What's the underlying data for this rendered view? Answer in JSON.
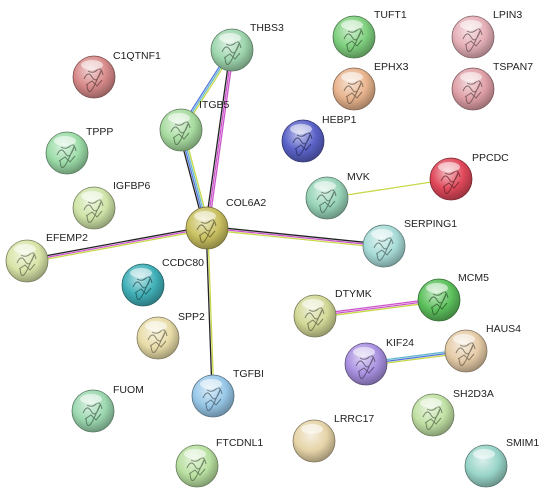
{
  "network": {
    "colors": {
      "edge_black": "#222222",
      "edge_magenta": "#cc55cc",
      "edge_yellow": "#c8d84a",
      "edge_blue": "#5577dd",
      "edge_cyan": "#66bbcc",
      "edge_green": "#55aa55"
    },
    "nodes": [
      {
        "id": "THBS3",
        "label": "THBS3",
        "color": "#9ed6ae",
        "has_structure": true
      },
      {
        "id": "TUFT1",
        "label": "TUFT1",
        "color": "#7fd07f",
        "has_structure": true
      },
      {
        "id": "LPIN3",
        "label": "LPIN3",
        "color": "#e6b0b8",
        "has_structure": true
      },
      {
        "id": "C1QTNF1",
        "label": "C1QTNF1",
        "color": "#d88a8a",
        "has_structure": true
      },
      {
        "id": "EPHX3",
        "label": "EPHX3",
        "color": "#e8b48e",
        "has_structure": true
      },
      {
        "id": "TSPAN7",
        "label": "TSPAN7",
        "color": "#e0a0a8",
        "has_structure": true
      },
      {
        "id": "ITGB5",
        "label": "ITGB5",
        "color": "#a8dca0",
        "has_structure": true
      },
      {
        "id": "HEBP1",
        "label": "HEBP1",
        "color": "#5a62c8",
        "has_structure": true
      },
      {
        "id": "TPPP",
        "label": "TPPP",
        "color": "#9cdca8",
        "has_structure": true
      },
      {
        "id": "PPCDC",
        "label": "PPCDC",
        "color": "#e0485a",
        "has_structure": true
      },
      {
        "id": "MVK",
        "label": "MVK",
        "color": "#98d4b8",
        "has_structure": true
      },
      {
        "id": "IGFBP6",
        "label": "IGFBP6",
        "color": "#cfe4a8",
        "has_structure": true
      },
      {
        "id": "COL6A2",
        "label": "COL6A2",
        "color": "#c9c060",
        "has_structure": true
      },
      {
        "id": "SERPING1",
        "label": "SERPING1",
        "color": "#a8dcd8",
        "has_structure": true
      },
      {
        "id": "EFEMP2",
        "label": "EFEMP2",
        "color": "#d8e4a8",
        "has_structure": true
      },
      {
        "id": "CCDC80",
        "label": "CCDC80",
        "color": "#40b0b8",
        "has_structure": true
      },
      {
        "id": "MCM5",
        "label": "MCM5",
        "color": "#5cc05c",
        "has_structure": true
      },
      {
        "id": "DTYMK",
        "label": "DTYMK",
        "color": "#d2d896",
        "has_structure": true
      },
      {
        "id": "SPP2",
        "label": "SPP2",
        "color": "#e8dca8",
        "has_structure": true
      },
      {
        "id": "HAUS4",
        "label": "HAUS4",
        "color": "#e6cca8",
        "has_structure": true
      },
      {
        "id": "KIF24",
        "label": "KIF24",
        "color": "#a890e0",
        "has_structure": true
      },
      {
        "id": "TGFBI",
        "label": "TGFBI",
        "color": "#98c8e8",
        "has_structure": true
      },
      {
        "id": "FUOM",
        "label": "FUOM",
        "color": "#9cd8b0",
        "has_structure": true
      },
      {
        "id": "SH2D3A",
        "label": "SH2D3A",
        "color": "#c0e0a4",
        "has_structure": true
      },
      {
        "id": "LRRC17",
        "label": "LRRC17",
        "color": "#e6d4a8",
        "has_structure": false
      },
      {
        "id": "SMIM1",
        "label": "SMIM1",
        "color": "#98d4c8",
        "has_structure": false
      },
      {
        "id": "FTCDNL1",
        "label": "FTCDNL1",
        "color": "#b8e0a0",
        "has_structure": true
      }
    ],
    "edges": [
      {
        "source": "COL6A2",
        "target": "THBS3",
        "evidence": [
          "black",
          "magenta",
          "magenta"
        ]
      },
      {
        "source": "COL6A2",
        "target": "ITGB5",
        "evidence": [
          "black",
          "blue",
          "cyan",
          "yellow"
        ]
      },
      {
        "source": "ITGB5",
        "target": "THBS3",
        "evidence": [
          "blue",
          "cyan",
          "yellow"
        ]
      },
      {
        "source": "COL6A2",
        "target": "EFEMP2",
        "evidence": [
          "yellow",
          "magenta",
          "black"
        ]
      },
      {
        "source": "COL6A2",
        "target": "SERPING1",
        "evidence": [
          "black",
          "magenta",
          "yellow"
        ]
      },
      {
        "source": "COL6A2",
        "target": "TGFBI",
        "evidence": [
          "yellow",
          "black"
        ]
      },
      {
        "source": "MVK",
        "target": "PPCDC",
        "evidence": [
          "yellow"
        ]
      },
      {
        "source": "DTYMK",
        "target": "MCM5",
        "evidence": [
          "magenta",
          "magenta",
          "yellow"
        ]
      },
      {
        "source": "KIF24",
        "target": "HAUS4",
        "evidence": [
          "cyan",
          "blue",
          "yellow"
        ]
      }
    ]
  }
}
